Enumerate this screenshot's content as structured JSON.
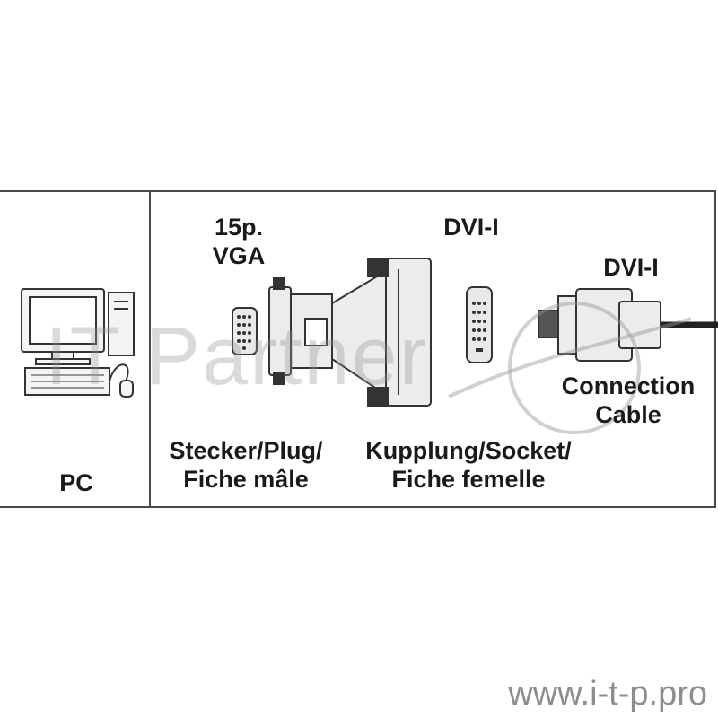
{
  "labels": {
    "pc": "PC",
    "vga_line1": "15p.",
    "vga_line2": "VGA",
    "dvi_socket": "DVI-I",
    "dvi_cable": "DVI-I",
    "plug_line1": "Stecker/Plug/",
    "plug_line2": "Fiche mâle",
    "socket_line1": "Kupplung/Socket/",
    "socket_line2": "Fiche femelle",
    "cable_line1": "Connection",
    "cable_line2": "Cable"
  },
  "watermark": {
    "text": "IT Partner",
    "url": "www.i-t-p.pro"
  },
  "colors": {
    "line": "#4a4a4a",
    "text": "#1a1a1a",
    "watermark": "#9a9a9a"
  }
}
